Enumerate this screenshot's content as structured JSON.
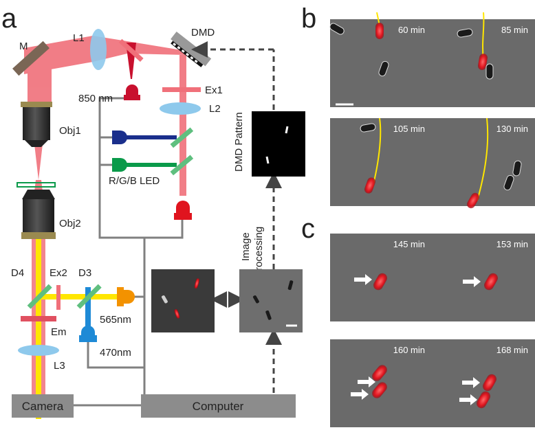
{
  "panels": {
    "a": "a",
    "b": "b",
    "c": "c"
  },
  "optics": {
    "m": "M",
    "l1": "L1",
    "dmd": "DMD",
    "ex1": "Ex1",
    "l2": "L2",
    "obj1": "Obj1",
    "obj2": "Obj2",
    "d4": "D4",
    "ex2": "Ex2",
    "d3": "D3",
    "em": "Em",
    "l3": "L3",
    "nm850": "850 nm",
    "rgb_led": "R/G/B LED",
    "nm565": "565nm",
    "nm470": "470nm"
  },
  "devices": {
    "camera": "Camera",
    "computer": "Computer"
  },
  "processing": {
    "dmd_pattern": "DMD Pattern",
    "image_processing_1": "Image",
    "image_processing_2": "Processing"
  },
  "panel_b_times": [
    "60 min",
    "85 min",
    "105 min",
    "130 min"
  ],
  "panel_c_times": [
    "145 min",
    "153 min",
    "160 min",
    "168 min"
  ],
  "colors": {
    "beam_pink": "#f0707a",
    "beam_red": "#c8102e",
    "beam_yellow": "#ffe600",
    "blue_led": "#1a2f8c",
    "green_led": "#0a9a4a",
    "orange_led": "#f39200",
    "light_blue": "#1e8ad6",
    "lens": "#8ec9ec",
    "box_gray": "#8c8c8c",
    "wire_gray": "#808080",
    "micro_bg": "#5a5a5a"
  }
}
